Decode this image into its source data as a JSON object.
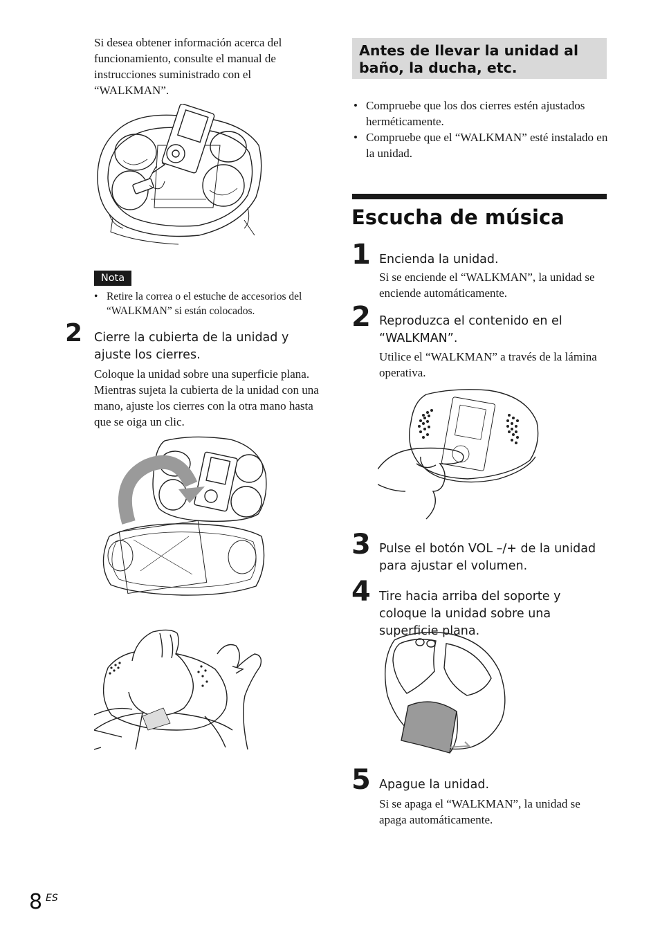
{
  "left": {
    "intro": "Si desea obtener información acerca del funcionamiento, consulte el manual de instrucciones suministrado con el “WALKMAN”.",
    "note_label": "Nota",
    "note_items": [
      "Retire la correa o el estuche de accesorios del “WALKMAN” si están colocados."
    ],
    "step2": {
      "number": "2",
      "title": "Cierre la cubierta de la unidad y ajuste los cierres.",
      "body": "Coloque la unidad sobre una superficie plana. Mientras sujeta la cubierta de la unidad con una mano, ajuste los cierres con la otra mano hasta que se oiga un clic."
    }
  },
  "right": {
    "box_heading": "Antes de llevar la unidad al baño, la ducha, etc.",
    "bullets": [
      "Compruebe que los dos cierres estén ajustados herméticamente.",
      "Compruebe que el “WALKMAN” esté instalado en la unidad."
    ],
    "section_title": "Escucha de música",
    "steps": [
      {
        "number": "1",
        "title": "Encienda la unidad.",
        "body": "Si se enciende el “WALKMAN”, la unidad se enciende automáticamente."
      },
      {
        "number": "2",
        "title": "Reproduzca el contenido en el “WALKMAN”.",
        "body": "Utilice el “WALKMAN” a través de la lámina operativa."
      },
      {
        "number": "3",
        "title": "Pulse el botón VOL –/+ de la unidad para ajustar el volumen.",
        "body": ""
      },
      {
        "number": "4",
        "title": "Tire hacia arriba del soporte y coloque la unidad sobre una superficie plana.",
        "body": ""
      },
      {
        "number": "5",
        "title": "Apague la unidad.",
        "body": "Si se apaga el “WALKMAN”, la unidad se apaga automáticamente."
      }
    ]
  },
  "footer": {
    "page_number": "8",
    "lang": "ES"
  },
  "colors": {
    "heading_box_bg": "#d9d9d9",
    "rule": "#1a1a1a",
    "note_badge_bg": "#1a1a1a",
    "note_badge_text": "#ffffff",
    "arrow_gray": "#9a9a9a"
  }
}
